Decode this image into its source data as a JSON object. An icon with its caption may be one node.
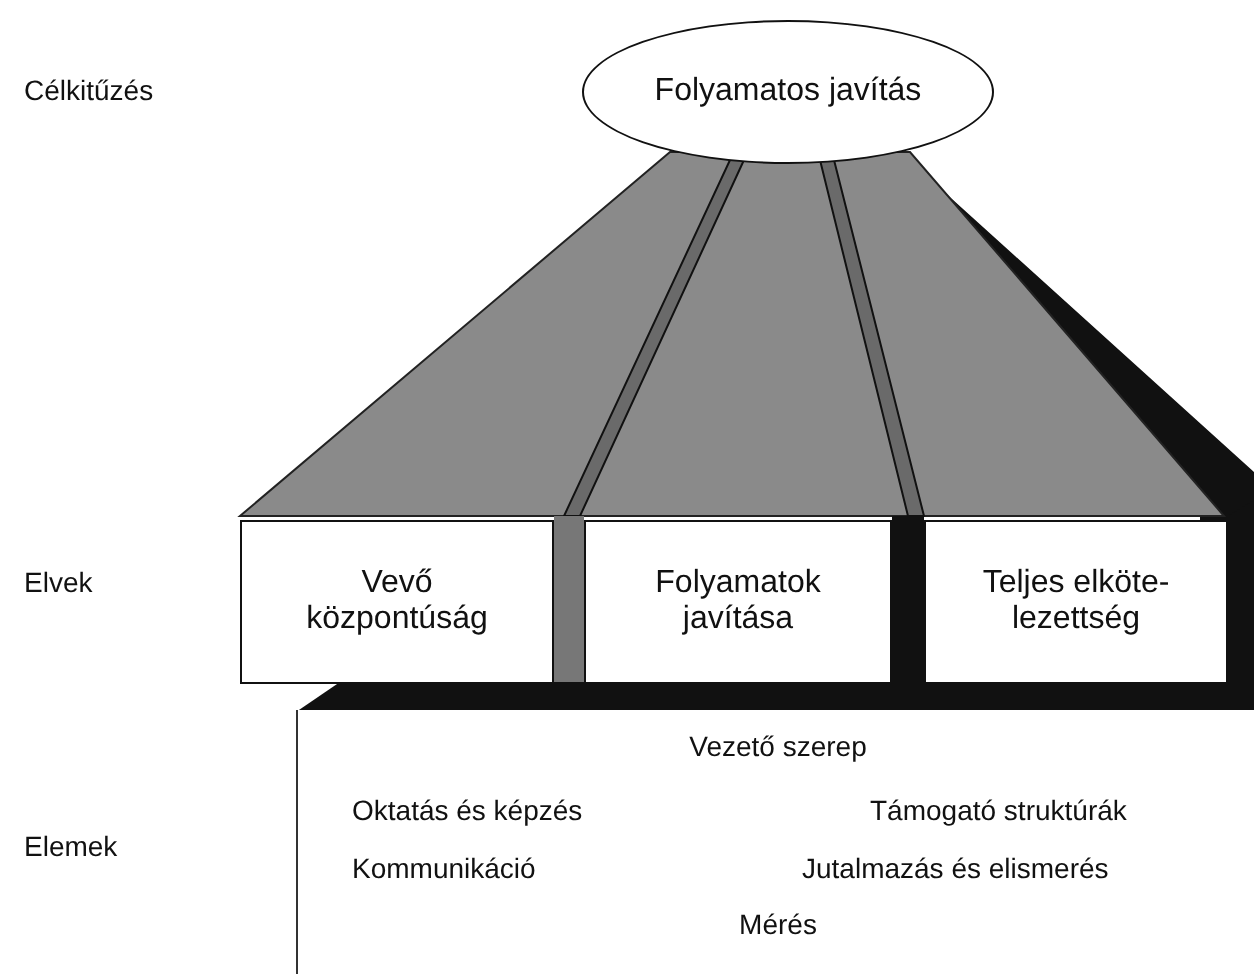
{
  "diagram": {
    "nodes": [
      {
        "text": [
          "Folyamatos javítás"
        ]
      },
      {
        "text": [
          "Vevő központúság"
        ]
      },
      {
        "text": [
          "Folyamatok javítása"
        ]
      },
      {
        "text": [
          "Teljes elköte- lezettség"
        ]
      },
      {
        "text": [
          "Vezető szerep",
          "Oktatás és képzés",
          "Támogató struktúrák",
          "Kommunikáció",
          "Jutalmazás és elismerés",
          "Mérés"
        ]
      }
    ],
    "labels": [
      "Célkitűzés",
      "Elvek",
      "Elemek"
    ]
  }
}
